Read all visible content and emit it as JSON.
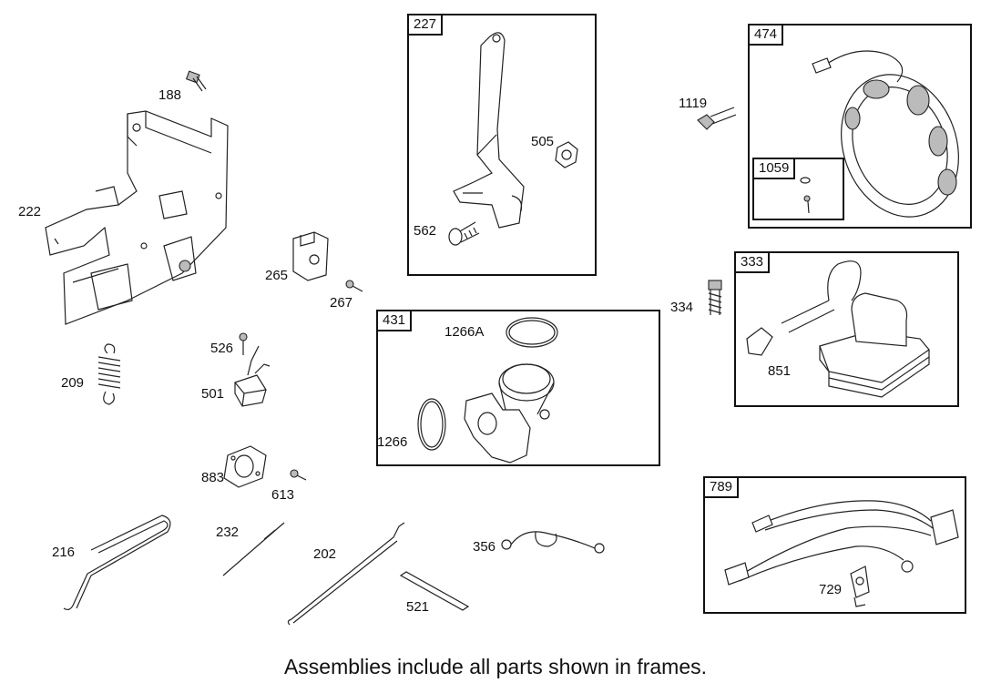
{
  "frames": [
    {
      "id": "frame-227",
      "label": "227"
    },
    {
      "id": "frame-474",
      "label": "474"
    },
    {
      "id": "frame-1059",
      "label": "1059"
    },
    {
      "id": "frame-333",
      "label": "333"
    },
    {
      "id": "frame-431",
      "label": "431"
    },
    {
      "id": "frame-789",
      "label": "789"
    }
  ],
  "parts": {
    "p188": "188",
    "p222": "222",
    "p265": "265",
    "p267": "267",
    "p209": "209",
    "p526": "526",
    "p501": "501",
    "p883": "883",
    "p613": "613",
    "p216": "216",
    "p232": "232",
    "p202": "202",
    "p521": "521",
    "p356": "356",
    "p505": "505",
    "p562": "562",
    "p1266A": "1266A",
    "p1266": "1266",
    "p1119": "1119",
    "p334": "334",
    "p851": "851",
    "p729": "729"
  },
  "caption": "Assemblies include all parts shown in frames."
}
